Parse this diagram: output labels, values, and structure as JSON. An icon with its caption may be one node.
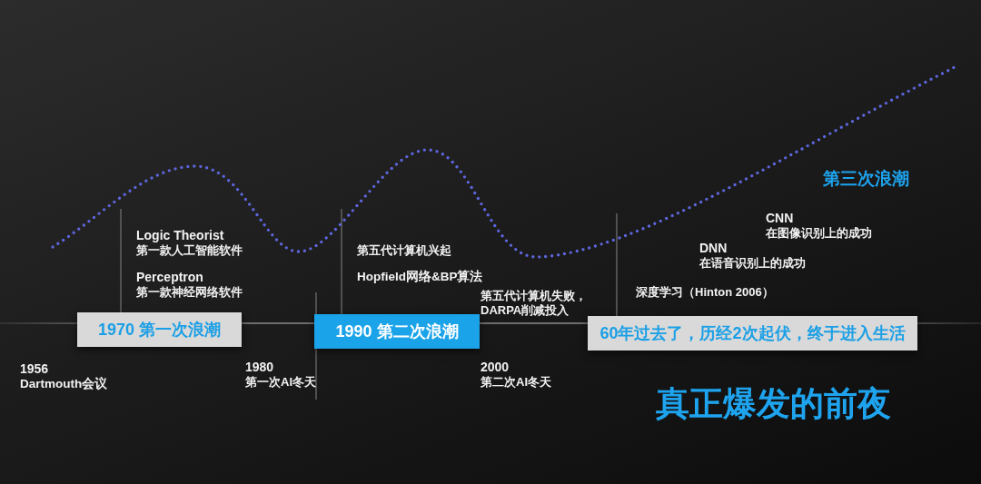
{
  "diagram": {
    "title": "真正爆发的前夜",
    "nodes": [
      {
        "text": [
          "1970 第一次浪潮"
        ]
      },
      {
        "text": [
          "1990 第二次浪潮"
        ]
      },
      {
        "text": [
          "60年过去了，历经2次起伏，终于进入生活"
        ]
      }
    ],
    "edges": [],
    "labels": [
      "Logic Theorist",
      "第一款人工智能软件",
      "Perceptron",
      "第一款神经网络软件",
      "1956",
      "Dartmouth会议",
      "1980",
      "第一次AI冬天",
      "第五代计算机兴起",
      "Hopfield网络&BP算法",
      "第五代计算机失败，DARPA削减投入",
      "2000",
      "第二次AI冬天",
      "深度学习（Hinton 2006）",
      "DNN",
      "在语音识别上的成功",
      "CNN",
      "在图像识别上的成功",
      "第三次浪潮"
    ]
  }
}
